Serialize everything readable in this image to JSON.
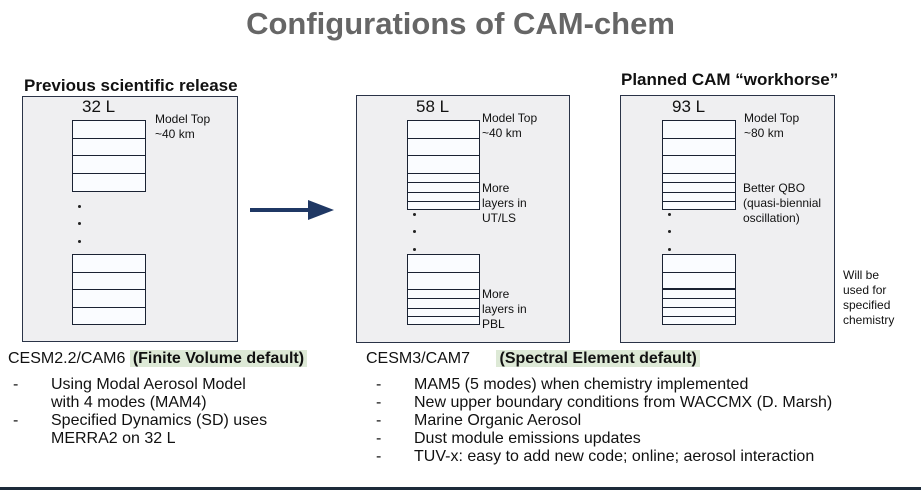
{
  "title": "Configurations of CAM-chem",
  "columns": [
    {
      "heading": "Previous scientific release",
      "levels": "32 L",
      "notes": [
        "Model Top\n~40 km"
      ],
      "config_label": "CESM2.2/CAM6",
      "config_default": "(Finite Volume default)",
      "bullets": [
        "Using Modal Aerosol Model\nwith 4 modes (MAM4)",
        "Specified Dynamics (SD) uses\nMERRA2 on 32 L"
      ]
    },
    {
      "heading": "",
      "levels": "58 L",
      "notes": [
        "Model Top\n~40 km",
        "More\nlayers in\nUT/LS",
        "More\nlayers in\nPBL"
      ],
      "config_label": "CESM3/CAM7",
      "config_default": "(Spectral Element default)",
      "bullets": [
        "MAM5 (5 modes) when chemistry implemented",
        "New upper boundary conditions from WACCMX (D. Marsh)",
        "Marine Organic Aerosol",
        "Dust module emissions updates",
        "TUV-x: easy to add new code; online; aerosol interaction"
      ]
    },
    {
      "heading": "Planned CAM “workhorse”",
      "levels": "93 L",
      "notes": [
        "Model Top\n~80 km",
        "Better QBO\n(quasi-biennial\noscillation)",
        "Will be\nused for\nspecified\nchemistry"
      ]
    }
  ],
  "arrow": {
    "icon": "right-arrow-icon",
    "color": "#1f3864"
  },
  "colors": {
    "title": "#666666",
    "highlight": "#dde9d6",
    "panel_bg": "#efeff1",
    "border": "#1a2233"
  }
}
